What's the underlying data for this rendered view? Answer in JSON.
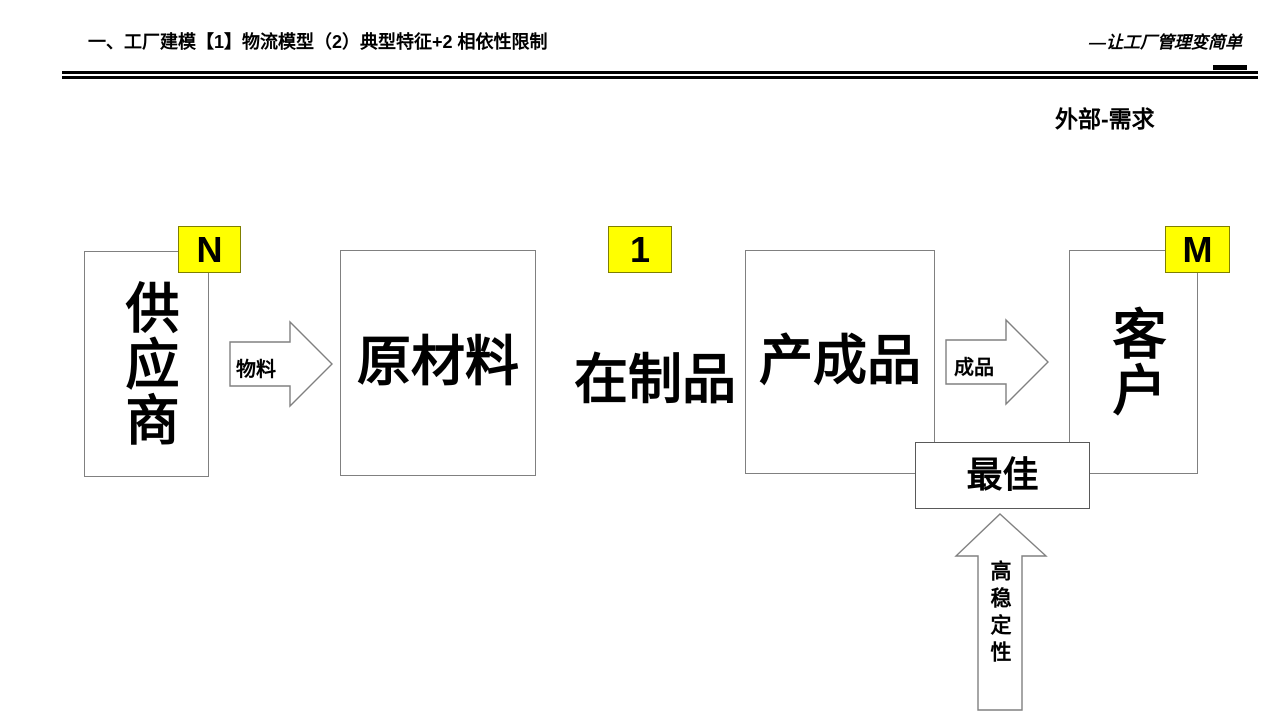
{
  "header": {
    "title": "一、工厂建模【1】物流模型（2）典型特征+2 相依性限制",
    "tagline": "—让工厂管理变简单"
  },
  "section": {
    "label": "外部-需求"
  },
  "diagram": {
    "nodes": [
      {
        "id": "supplier",
        "label": "供应商",
        "orientation": "vertical",
        "badge": "N"
      },
      {
        "id": "raw",
        "label": "原材料",
        "orientation": "horizontal",
        "badge": null
      },
      {
        "id": "wip",
        "label": "在制品",
        "orientation": "horizontal",
        "badge": "1"
      },
      {
        "id": "finished",
        "label": "产成品",
        "orientation": "horizontal",
        "badge": null
      },
      {
        "id": "customer",
        "label": "客户",
        "orientation": "vertical",
        "badge": "M"
      },
      {
        "id": "best",
        "label": "最佳",
        "orientation": "horizontal",
        "badge": null
      }
    ],
    "arrows": [
      {
        "id": "material",
        "label": "物料",
        "direction": "right"
      },
      {
        "id": "goods",
        "label": "成品",
        "direction": "right"
      },
      {
        "id": "stability",
        "label": "高稳定性",
        "direction": "up"
      }
    ],
    "badges": [
      {
        "id": "n",
        "value": "N"
      },
      {
        "id": "one",
        "value": "1"
      },
      {
        "id": "m",
        "value": "M"
      }
    ]
  },
  "colors": {
    "badge_fill": "#FFFF00",
    "badge_border": "#7F7F00",
    "box_border": "#808080",
    "text": "#000000",
    "background": "#FFFFFF"
  }
}
